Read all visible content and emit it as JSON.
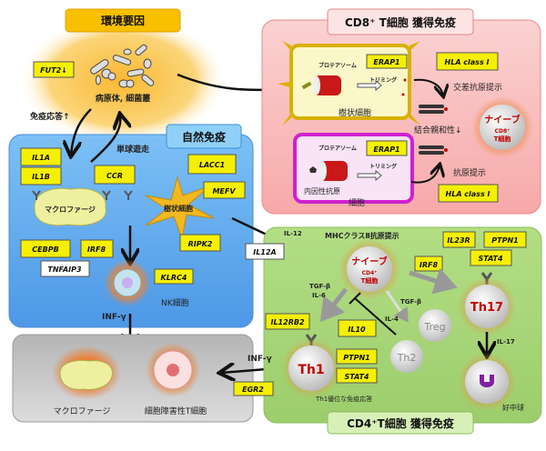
{
  "environment": {
    "title": "環境要因",
    "gene": "FUT2↓",
    "pathogen_label": "病原体, 細菌叢",
    "immune_response": "免疫応答↑"
  },
  "innate": {
    "title": "自然免疫",
    "monocyte_migration": "単球遊走",
    "genes": {
      "il1a": "IL1A",
      "il1b": "IL1B",
      "ccr": "CCR",
      "lacc1": "LACC1",
      "mefv": "MEFV",
      "cebpb": "CEBPB",
      "irf8": "IRF8",
      "tnfaip3": "TNFAIP3",
      "ripk2": "RIPK2",
      "klrc4": "KLRC4"
    },
    "macrophage": "マクロファージ",
    "dendritic_cell": "樹状細胞",
    "nk_cell": "NK細胞",
    "infg": "INF-γ"
  },
  "effector": {
    "macrophage": "マクロファージ",
    "cytotoxic_t": "細胞障害性T細胞",
    "infg": "INF-γ",
    "egr2": "EGR2"
  },
  "cd8": {
    "title": "CD8⁺ T細胞 獲得免疫",
    "proteasome_1": "プロテアソーム",
    "erap1_1": "ERAP1",
    "trimming_1": "トリミング",
    "dc_label": "樹状細胞",
    "hla_1": "HLA class I",
    "cross_presentation": "交差抗原提示",
    "binding_affinity": "結合親和性↓",
    "proteasome_2": "プロテアソーム",
    "erap1_2": "ERAP1",
    "trimming_2": "トリミング",
    "endogenous_antigen": "内因性抗原",
    "cell_label": "細胞",
    "antigen_presentation": "抗原提示",
    "hla_2": "HLA class I",
    "naive": {
      "line1": "ナイーブ",
      "line2": "CD8⁺",
      "line3": "T細胞"
    }
  },
  "cd4": {
    "title": "CD4⁺T細胞 獲得免疫",
    "il12": "IL-12",
    "il12a": "IL12A",
    "mhc2": "MHCクラスⅡ抗原提示",
    "naive": {
      "line1": "ナイーブ",
      "line2": "CD4⁺",
      "line3": "T細胞"
    },
    "genes": {
      "il23r": "IL23R",
      "ptpn1_a": "PTPN1",
      "stat4_a": "STAT4",
      "irf8": "IRF8",
      "il12rb2": "IL12RB2",
      "il10": "IL10",
      "ptpn1_b": "PTPN1",
      "stat4_b": "STAT4"
    },
    "tgfb_il6_1": "TGF-β",
    "tgfb_il6_2": "IL-6",
    "tgfb": "TGF-β",
    "il4": "IL-4",
    "th17": "Th17",
    "th1": "Th1",
    "th2": "Th2",
    "treg": "Treg",
    "il17": "IL-17",
    "neutrophil": "好中球",
    "th1_dominant": "Th1優位な免疫応答"
  },
  "colors": {
    "gene_box": "#f5f000",
    "innate_bg": "#5aa8ec",
    "cd8_bg": "#f9b7b7",
    "cd4_bg": "#a8d878",
    "effector_bg": "#c8c8c8",
    "env_glow": "#f9c440",
    "th_text": "#c00000"
  }
}
